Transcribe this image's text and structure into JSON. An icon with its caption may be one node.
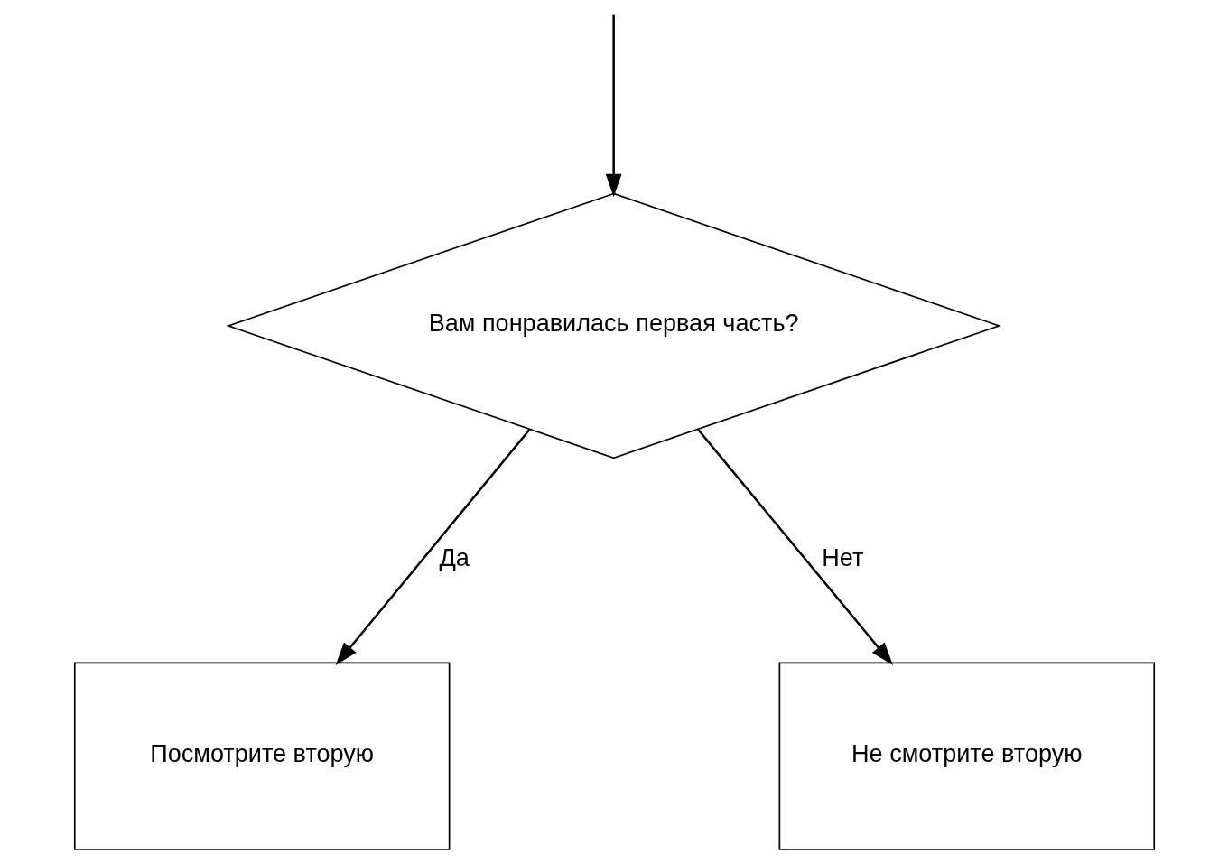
{
  "diagram": {
    "nodes": [
      {
        "text": [
          "Вам понравилась первая часть?"
        ]
      },
      {
        "text": [
          "Посмотрите вторую"
        ]
      },
      {
        "text": [
          "Не смотрите вторую"
        ]
      }
    ],
    "edges": [
      {
        "from": null,
        "to": 0,
        "arrow": "to"
      },
      {
        "from": 0,
        "to": 1,
        "arrow": "to",
        "label": "Да"
      },
      {
        "from": 0,
        "to": 2,
        "arrow": "to",
        "label": "Нет"
      }
    ]
  }
}
